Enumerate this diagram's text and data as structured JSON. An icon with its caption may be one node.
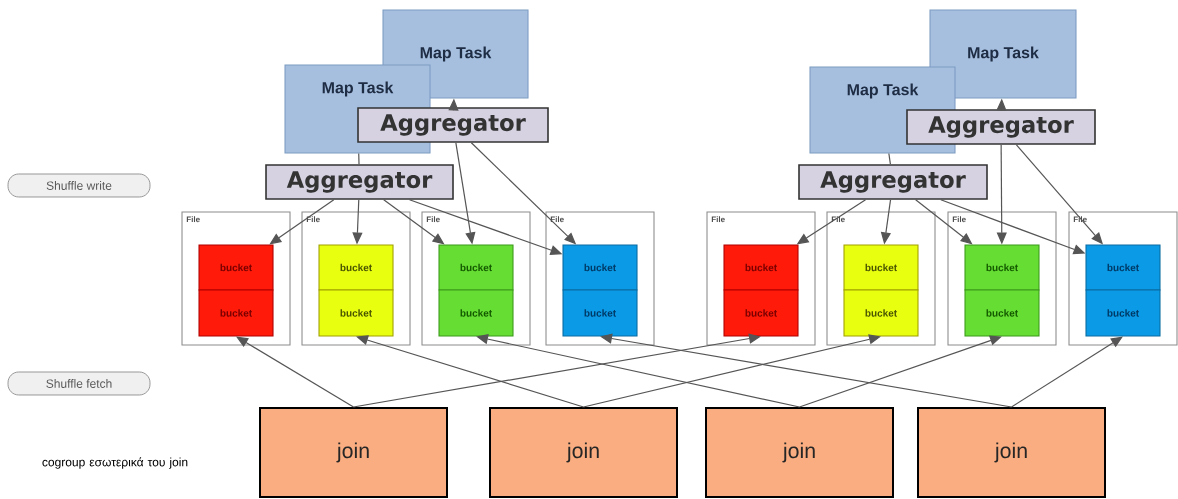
{
  "diagram": {
    "nodes": [
      {
        "text": [
          "Shuffle write"
        ]
      },
      {
        "text": [
          "Shuffle fetch"
        ]
      },
      {
        "text": [
          "Map Task"
        ]
      },
      {
        "text": [
          "Map Task"
        ]
      },
      {
        "text": [
          "Aggregator"
        ]
      },
      {
        "text": [
          "Aggregator"
        ]
      },
      {
        "text": [
          "File"
        ]
      },
      {
        "text": [
          "bucket"
        ],
        "in": 6
      },
      {
        "text": [
          "bucket"
        ],
        "in": 6
      },
      {
        "text": [
          "File"
        ]
      },
      {
        "text": [
          "bucket"
        ],
        "in": 9
      },
      {
        "text": [
          "bucket"
        ],
        "in": 9
      },
      {
        "text": [
          "File"
        ]
      },
      {
        "text": [
          "bucket"
        ],
        "in": 12
      },
      {
        "text": [
          "bucket"
        ],
        "in": 12
      },
      {
        "text": [
          "File"
        ]
      },
      {
        "text": [
          "bucket"
        ],
        "in": 15
      },
      {
        "text": [
          "bucket"
        ],
        "in": 15
      },
      {
        "text": [
          "Map Task"
        ]
      },
      {
        "text": [
          "Map Task"
        ]
      },
      {
        "text": [
          "Aggregator"
        ]
      },
      {
        "text": [
          "Aggregator"
        ]
      },
      {
        "text": [
          "File"
        ]
      },
      {
        "text": [
          "bucket"
        ],
        "in": 22
      },
      {
        "text": [
          "bucket"
        ],
        "in": 22
      },
      {
        "text": [
          "File"
        ]
      },
      {
        "text": [
          "bucket"
        ],
        "in": 25
      },
      {
        "text": [
          "bucket"
        ],
        "in": 25
      },
      {
        "text": [
          "File"
        ]
      },
      {
        "text": [
          "bucket"
        ],
        "in": 28
      },
      {
        "text": [
          "bucket"
        ],
        "in": 28
      },
      {
        "text": [
          "File"
        ]
      },
      {
        "text": [
          "bucket"
        ],
        "in": 31
      },
      {
        "text": [
          "bucket"
        ],
        "in": 31
      },
      {
        "text": [
          "join"
        ]
      },
      {
        "text": [
          "join"
        ]
      },
      {
        "text": [
          "join"
        ]
      },
      {
        "text": [
          "join"
        ]
      }
    ],
    "edges": [
      {
        "from": 4,
        "to": 2,
        "arrow": "to"
      },
      {
        "from": 3,
        "to": 5,
        "arrow": "none"
      },
      {
        "from": 5,
        "to": 7,
        "arrow": "to"
      },
      {
        "from": 5,
        "to": 10,
        "arrow": "to"
      },
      {
        "from": 5,
        "to": 13,
        "arrow": "to"
      },
      {
        "from": 5,
        "to": 16,
        "arrow": "to"
      },
      {
        "from": 4,
        "to": 13,
        "arrow": "to"
      },
      {
        "from": 4,
        "to": 16,
        "arrow": "to"
      },
      {
        "from": 20,
        "to": 18,
        "arrow": "to"
      },
      {
        "from": 19,
        "to": 21,
        "arrow": "none"
      },
      {
        "from": 21,
        "to": 23,
        "arrow": "to"
      },
      {
        "from": 21,
        "to": 26,
        "arrow": "to"
      },
      {
        "from": 21,
        "to": 29,
        "arrow": "to"
      },
      {
        "from": 21,
        "to": 32,
        "arrow": "to"
      },
      {
        "from": 20,
        "to": 29,
        "arrow": "to"
      },
      {
        "from": 20,
        "to": 32,
        "arrow": "to"
      },
      {
        "from": 34,
        "to": 8,
        "arrow": "to"
      },
      {
        "from": 34,
        "to": 24,
        "arrow": "to"
      },
      {
        "from": 35,
        "to": 11,
        "arrow": "to"
      },
      {
        "from": 35,
        "to": 27,
        "arrow": "to"
      },
      {
        "from": 36,
        "to": 14,
        "arrow": "to"
      },
      {
        "from": 36,
        "to": 30,
        "arrow": "to"
      },
      {
        "from": 37,
        "to": 17,
        "arrow": "to"
      },
      {
        "from": 37,
        "to": 33,
        "arrow": "to"
      }
    ],
    "labels": [
      "cogroup εσωτερικά του join"
    ]
  }
}
